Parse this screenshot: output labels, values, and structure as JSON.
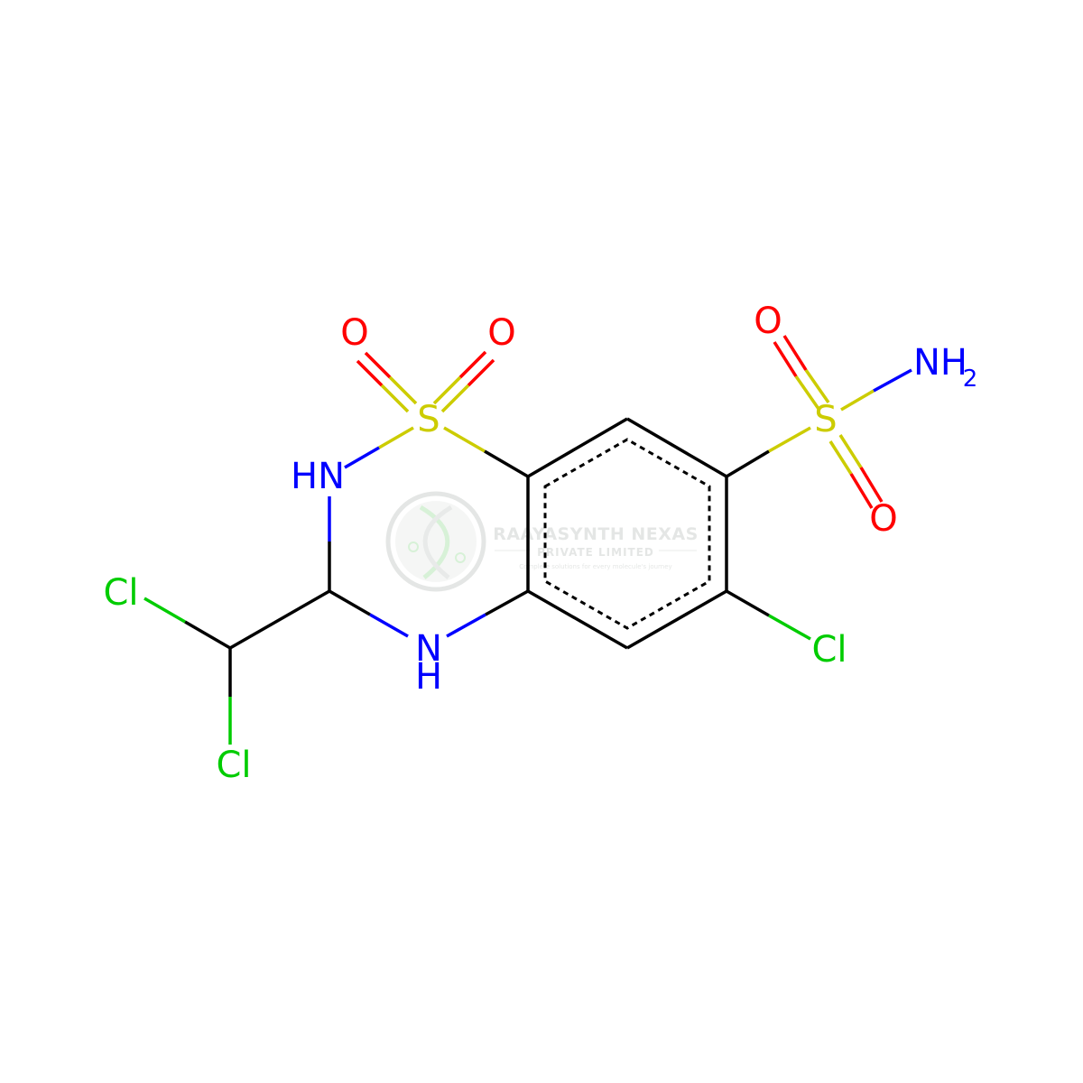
{
  "colors": {
    "carbon_bond": "#000000",
    "nitrogen": "#0000ff",
    "oxygen": "#ff0000",
    "sulfur": "#cccc00",
    "chlorine": "#00cc00",
    "watermark": "#cfd3d0"
  },
  "atoms": {
    "o1": "O",
    "o2": "O",
    "o3": "O",
    "o4": "O",
    "s_ring": "S",
    "s_side": "S",
    "hn_ring": "HN",
    "n_ring": "N",
    "n_ring_h": "H",
    "nh2_n": "NH",
    "nh2_sub": "2",
    "cl_aromatic": "Cl",
    "cl_top": "Cl",
    "cl_bottom": "Cl"
  },
  "watermark": {
    "company": "RAAYASYNTH NEXAS",
    "subtitle": "PRIVATE LIMITED",
    "tagline": "Complete solutions for every molecule's journey",
    "logo_icon": "dna-helix-icon"
  }
}
